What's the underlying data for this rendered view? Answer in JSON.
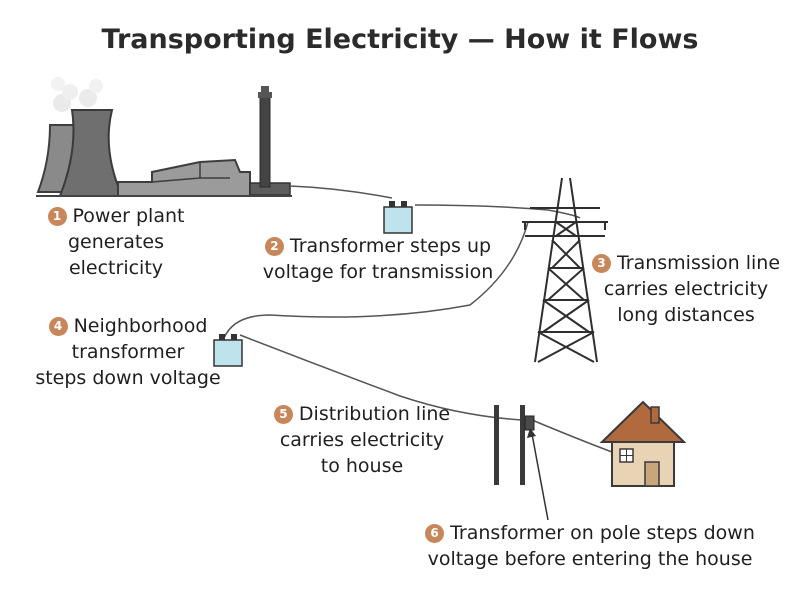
{
  "title": "Transporting Electricity — How it Flows",
  "colors": {
    "badge": "#c8875a",
    "structure": "#4a4a4a",
    "cooling_tower": "#7d7d7d",
    "transformer_body": "#bfe3ec",
    "house_wall": "#e8d3b5",
    "house_roof": "#b06a3e"
  },
  "icons": [
    "cooling-tower-icon",
    "factory-icon",
    "smokestack-icon",
    "transformer-icon",
    "transmission-tower-icon",
    "utility-pole-icon",
    "house-icon"
  ],
  "steps": [
    {
      "number": "1",
      "lines": [
        "Power plant",
        "generates",
        "electricity"
      ]
    },
    {
      "number": "2",
      "lines": [
        "Transformer steps up",
        "voltage for transmission"
      ]
    },
    {
      "number": "3",
      "lines": [
        "Transmission line",
        "carries electricity",
        "long distances"
      ]
    },
    {
      "number": "4",
      "lines": [
        "Neighborhood",
        "transformer",
        "steps down voltage"
      ]
    },
    {
      "number": "5",
      "lines": [
        "Distribution line",
        "carries electricity",
        "to house"
      ]
    },
    {
      "number": "6",
      "lines": [
        "Transformer on pole steps down",
        "voltage before entering the house"
      ]
    }
  ]
}
